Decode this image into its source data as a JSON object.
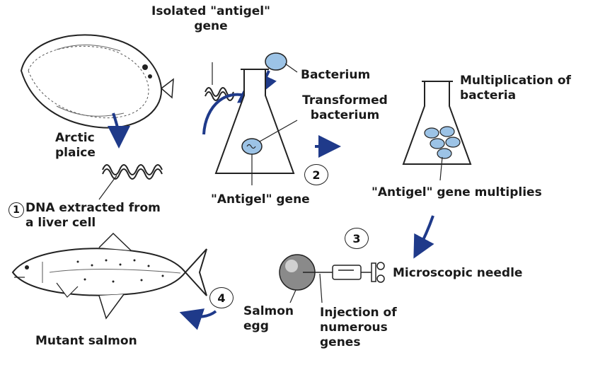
{
  "labels": {
    "isolated_gene": "Isolated \"antigel\"",
    "isolated_gene_2": "gene",
    "bacterium": "Bacterium",
    "transformed": "Transformed",
    "transformed_2": "bacterium",
    "multiplication": "Multiplication of",
    "multiplication_2": "bacteria",
    "arctic": "Arctic",
    "arctic_2": "plaice",
    "antigel_gene": "\"Antigel\" gene",
    "gene_multiplies": "\"Antigel\" gene multiplies",
    "dna_extracted": "DNA extracted from",
    "dna_extracted_2": "a liver cell",
    "microscopic_needle": "Microscopic needle",
    "salmon_egg": "Salmon",
    "salmon_egg_2": "egg",
    "injection": "Injection of",
    "injection_2": "numerous",
    "injection_3": "genes",
    "mutant_salmon": "Mutant salmon"
  },
  "steps": [
    "1",
    "2",
    "3",
    "4"
  ],
  "colors": {
    "arrow": "#1f3a8a",
    "bacterium_fill": "#9cc3e6",
    "egg_fill": "#8a8a8a",
    "outline": "#222222"
  }
}
